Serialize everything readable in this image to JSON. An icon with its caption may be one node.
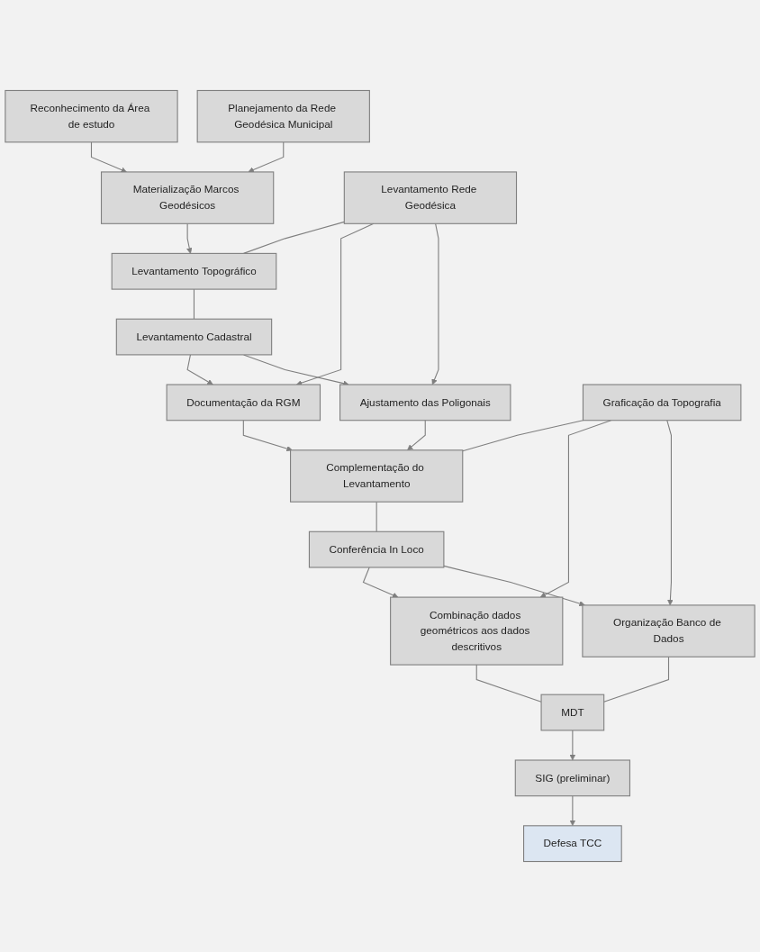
{
  "diagram": {
    "nodes": [
      {
        "text": [
          "Reconhecimento da Área de estudo"
        ]
      },
      {
        "text": [
          "Planejamento da Rede Geodésica Municipal"
        ]
      },
      {
        "text": [
          "Materialização Marcos Geodésicos"
        ]
      },
      {
        "text": [
          "Levantamento Rede Geodésica"
        ]
      },
      {
        "text": [
          "Levantamento Topográfico"
        ]
      },
      {
        "text": [
          "Levantamento Cadastral"
        ]
      },
      {
        "text": [
          "Documentação da RGM"
        ]
      },
      {
        "text": [
          "Ajustamento das Poligonais"
        ]
      },
      {
        "text": [
          "Graficação da Topografia"
        ]
      },
      {
        "text": [
          "Complementação do Levantamento"
        ]
      },
      {
        "text": [
          "Conferência In Loco"
        ]
      },
      {
        "text": [
          "Combinação dados geométricos aos dados descritivos"
        ]
      },
      {
        "text": [
          "Organização Banco de Dados"
        ]
      },
      {
        "text": [
          "MDT"
        ]
      },
      {
        "text": [
          "SIG (preliminar)"
        ]
      },
      {
        "text": [
          "Defesa TCC"
        ]
      }
    ],
    "edges": [
      {
        "from": 0,
        "to": 2,
        "arrow": "to"
      },
      {
        "from": 1,
        "to": 2,
        "arrow": "to"
      },
      {
        "from": 2,
        "to": 4,
        "arrow": "to"
      },
      {
        "from": 3,
        "to": 4,
        "arrow": "none"
      },
      {
        "from": 4,
        "to": 5,
        "arrow": "none"
      },
      {
        "from": 3,
        "to": 6,
        "arrow": "to"
      },
      {
        "from": 3,
        "to": 7,
        "arrow": "to"
      },
      {
        "from": 5,
        "to": 6,
        "arrow": "to"
      },
      {
        "from": 5,
        "to": 7,
        "arrow": "to"
      },
      {
        "from": 6,
        "to": 9,
        "arrow": "to"
      },
      {
        "from": 7,
        "to": 9,
        "arrow": "to"
      },
      {
        "from": 8,
        "to": 9,
        "arrow": "none"
      },
      {
        "from": 9,
        "to": 10,
        "arrow": "none"
      },
      {
        "from": 8,
        "to": 11,
        "arrow": "to"
      },
      {
        "from": 8,
        "to": 12,
        "arrow": "to"
      },
      {
        "from": 10,
        "to": 11,
        "arrow": "to"
      },
      {
        "from": 10,
        "to": 12,
        "arrow": "to"
      },
      {
        "from": 11,
        "to": 13,
        "arrow": "none"
      },
      {
        "from": 12,
        "to": 13,
        "arrow": "none"
      },
      {
        "from": 13,
        "to": 14,
        "arrow": "to"
      },
      {
        "from": 14,
        "to": 15,
        "arrow": "to"
      }
    ]
  }
}
